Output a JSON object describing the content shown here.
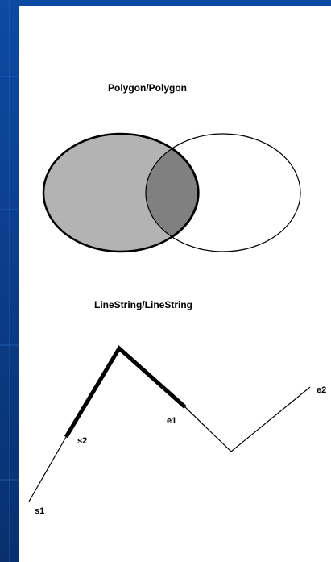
{
  "polygon_section": {
    "title": "Polygon/Polygon",
    "colors": {
      "left_fill": "#b3b3b3",
      "intersection_fill": "#808080",
      "right_fill": "#ffffff",
      "stroke": "#000000"
    }
  },
  "linestring_section": {
    "title": "LineString/LineString",
    "labels": {
      "s1": "s1",
      "s2": "s2",
      "e1": "e1",
      "e2": "e2"
    }
  },
  "colors": {
    "background": "#0b3d8c",
    "panel": "#ffffff"
  }
}
